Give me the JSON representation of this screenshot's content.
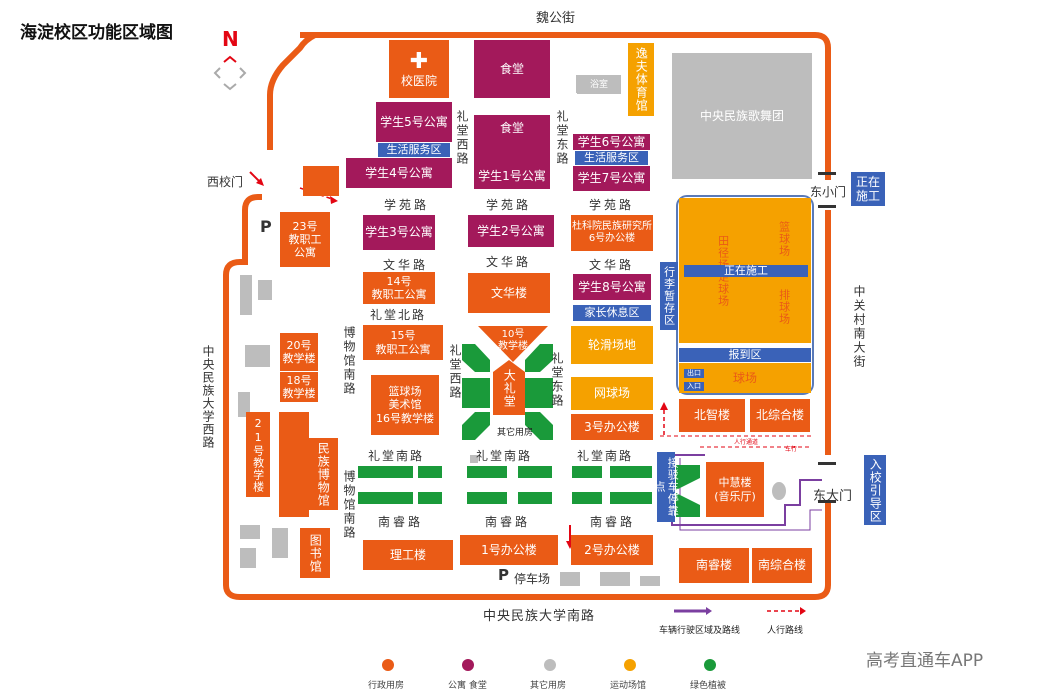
{
  "title": "海淀校区功能区域图",
  "watermark": "高考直通车APP",
  "compass": {
    "north": "N"
  },
  "roads": {
    "weigong": "魏公街",
    "xiaomen_west": "西校门",
    "xueyuan": "学苑路",
    "wenhua": "文华路",
    "litang_bei": "礼堂北路",
    "litang_nan": "礼堂南路",
    "litang_xi": "礼堂西路",
    "litang_dong": "礼堂东路",
    "bowuguan_nan": "博物馆南路",
    "nanrui": "南睿路",
    "minda_xi": "中央民族大学西路",
    "minda_nan": "中央民族大学南路",
    "guancun_nan": "中关村南大街",
    "dongxiaomen": "东小门",
    "dongdamen": "东大门",
    "parking": "停车场",
    "parking_p": "P"
  },
  "buildings": {
    "xiaoyiyuan": "校医院",
    "shitang1": "食堂",
    "shitang2": "食堂",
    "yushi": "浴室",
    "yifu": "逸夫体育馆",
    "gewutuan": "中央民族歌舞团",
    "g5": "学生5号公寓",
    "fuwu1": "生活服务区",
    "g4": "学生4号公寓",
    "g1": "学生1号公寓",
    "g6": "学生6号公寓",
    "fuwu2": "生活服务区",
    "g7": "学生7号公寓",
    "jz23": "23号\n教职工\n公寓",
    "g3": "学生3号公寓",
    "g2": "学生2号公寓",
    "banggong6": "杜科院民族研究所\n6号办公楼",
    "jz14": "14号\n教职工公寓",
    "wenhualou": "文华楼",
    "g8": "学生8号公寓",
    "jiazhang": "家长休息区",
    "jz15": "15号\n教职工公寓",
    "jxl10": "10号\n教学楼",
    "lunhua": "轮滑场地",
    "jxl20": "20号\n教学楼",
    "jxl18": "18号\n教学楼",
    "lanqiu_art": "篮球场\n美术馆\n16号教学楼",
    "dalitang": "大礼堂",
    "qita": "其它用房",
    "wangqiu": "网球场",
    "bangong3": "3号办公楼",
    "jxl21": "21号教学楼",
    "minbo": "民族博物馆",
    "ligong": "理工楼",
    "bangong1": "1号办公楼",
    "bangong2": "2号办公楼",
    "tushuguan": "图书馆",
    "xingli": "行李暂存区",
    "tianjing": "田径场足球场",
    "lanqiuchang": "篮球场",
    "paiqiuchang": "排球场",
    "zhengzai1": "正在施工",
    "baodao": "报到区",
    "qiuchang": "球场",
    "chukou": "出口",
    "rukou": "入口",
    "beizhi": "北智楼",
    "beizonghe": "北综合楼",
    "zhonghui": "中慧楼\n(音乐厅)",
    "jiebo": "接驳车停靠点",
    "nanrui_lou": "南睿楼",
    "nanzonghe": "南综合楼",
    "zhengzai2": "正在施工",
    "ruxiao": "入校引导区"
  },
  "small_labels": {
    "renxing_dao": "人行通道",
    "chexing": "车行"
  },
  "route_legend": {
    "vehicle": "车辆行驶区域及路线",
    "pedestrian": "人行路线"
  },
  "legend": [
    {
      "label": "行政用房",
      "color": "#ea5b16"
    },
    {
      "label": "公寓 食堂",
      "color": "#a3195b"
    },
    {
      "label": "其它用房",
      "color": "#bdbdbd"
    },
    {
      "label": "运动场馆",
      "color": "#f5a100"
    },
    {
      "label": "绿色植被",
      "color": "#1a9a3a"
    }
  ],
  "colors": {
    "admin": "#ea5b16",
    "dorm": "#a3195b",
    "other": "#bdbdbd",
    "sport": "#f5a100",
    "green": "#1a9a3a",
    "label_blue": "#3a62b8",
    "vehicle_route": "#7b3fa0",
    "pedestrian_route": "#e30613"
  }
}
